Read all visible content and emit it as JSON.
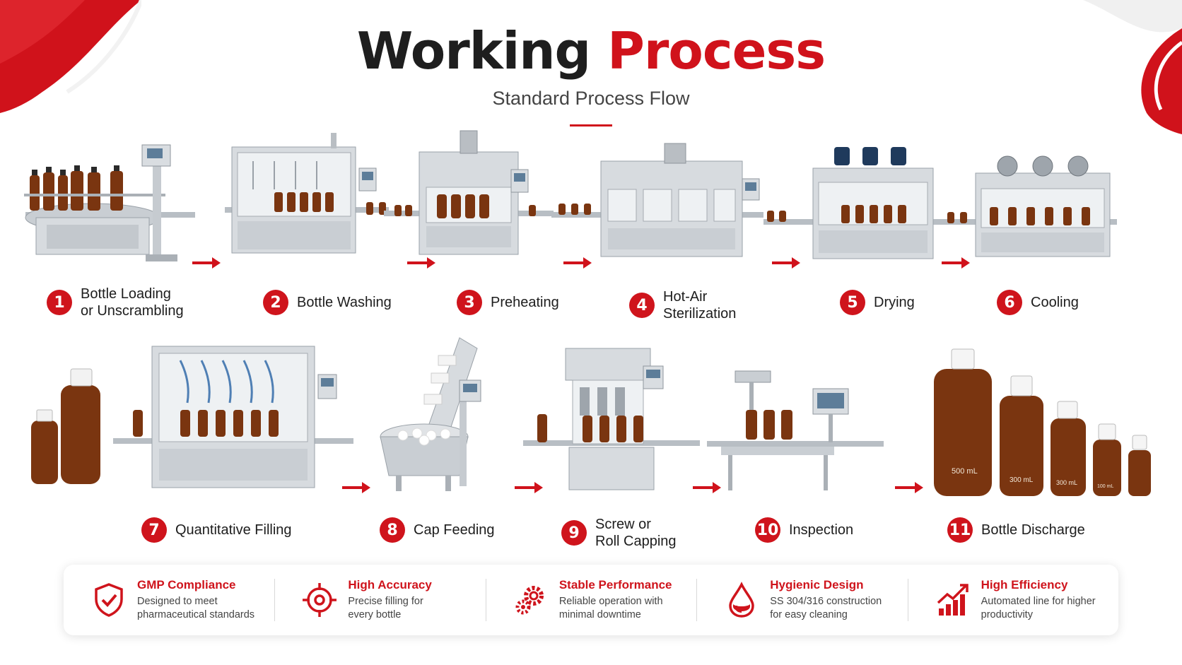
{
  "header": {
    "title_part1": "Working",
    "title_part2": "Process",
    "subtitle": "Standard Process Flow"
  },
  "colors": {
    "accent": "#d0121b",
    "text": "#1e1e1e",
    "amber": "#8a3c12",
    "steel": "#c9ced3"
  },
  "steps": [
    {
      "num": "1",
      "label": "Bottle Loading\nor Unscrambling",
      "icon": "rotary-unscrambler-machine"
    },
    {
      "num": "2",
      "label": "Bottle Washing",
      "icon": "washing-machine"
    },
    {
      "num": "3",
      "label": "Preheating",
      "icon": "preheating-machine"
    },
    {
      "num": "4",
      "label": "Hot-Air\nSterilization",
      "icon": "sterilization-tunnel"
    },
    {
      "num": "5",
      "label": "Drying",
      "icon": "drying-machine"
    },
    {
      "num": "6",
      "label": "Cooling",
      "icon": "cooling-machine"
    },
    {
      "num": "7",
      "label": "Quantitative Filling",
      "icon": "filling-machine"
    },
    {
      "num": "8",
      "label": "Cap Feeding",
      "icon": "cap-feeder"
    },
    {
      "num": "9",
      "label": "Screw or\nRoll Capping",
      "icon": "capping-machine"
    },
    {
      "num": "10",
      "label": "Inspection",
      "icon": "inspection-station"
    },
    {
      "num": "11",
      "label": "Bottle Discharge",
      "icon": "finished-bottles"
    }
  ],
  "bottle_volume_labels": [
    "500 mL",
    "300 mL",
    "300 mL",
    "100 mL"
  ],
  "features": [
    {
      "title": "GMP Compliance",
      "desc": "Designed to meet\npharmaceutical standards",
      "icon": "shield-check-icon"
    },
    {
      "title": "High Accuracy",
      "desc": "Precise filling for\nevery bottle",
      "icon": "target-icon"
    },
    {
      "title": "Stable Performance",
      "desc": "Reliable operation with\nminimal downtime",
      "icon": "gears-icon"
    },
    {
      "title": "Hygienic Design",
      "desc": "SS 304/316 construction\nfor easy cleaning",
      "icon": "droplet-icon"
    },
    {
      "title": "High Efficiency",
      "desc": "Automated line for higher\nproductivity",
      "icon": "growth-chart-icon"
    }
  ]
}
